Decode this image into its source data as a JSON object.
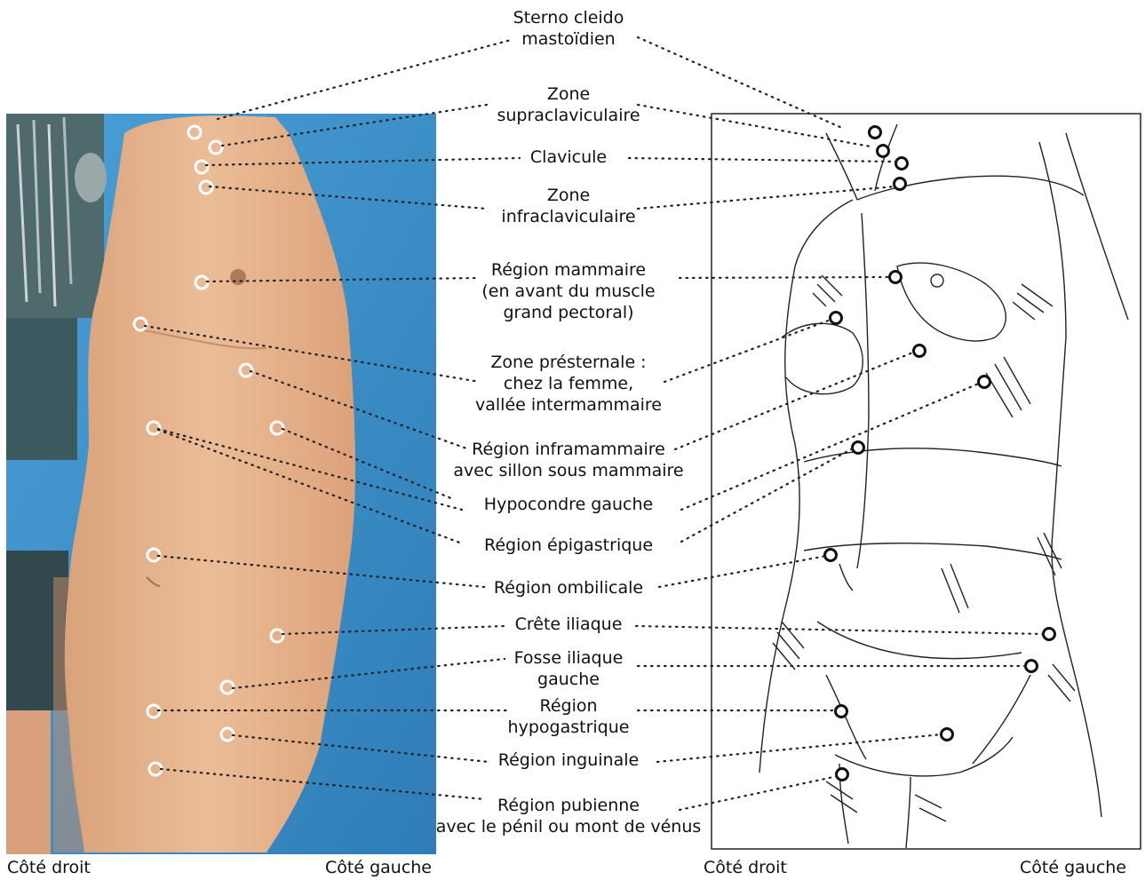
{
  "labels": {
    "sterno": [
      "Sterno cleido",
      "mastoïdien"
    ],
    "supraclav": [
      "Zone",
      "supraclaviculaire"
    ],
    "clavicule": [
      "Clavicule"
    ],
    "infraclav": [
      "Zone",
      "infraclaviculaire"
    ],
    "mammaire": [
      "Région mammaire",
      "(en avant du muscle",
      "grand pectoral)"
    ],
    "presternale": [
      "Zone présternale :",
      "chez la femme,",
      "vallée intermammaire"
    ],
    "inframammaire": [
      "Région inframammaire",
      "avec sillon sous mammaire"
    ],
    "hypocondre": [
      "Hypocondre gauche"
    ],
    "epigastrique": [
      "Région épigastrique"
    ],
    "ombilicale": [
      "Région ombilicale"
    ],
    "crete": [
      "Crête iliaque"
    ],
    "fosse": [
      "Fosse iliaque",
      "gauche"
    ],
    "hypogastrique": [
      "Région",
      "hypogastrique"
    ],
    "inguinale": [
      "Région inguinale"
    ],
    "pubienne": [
      "Région pubienne",
      "avec le pénil ou mont de vénus"
    ]
  },
  "sides": {
    "photo_right": "Côté droit",
    "photo_left": "Côté gauche",
    "drawing_right": "Côté droit",
    "drawing_left": "Côté gauche"
  },
  "colors": {
    "drape": "#3f8fc8",
    "skin": "#e6b48e",
    "marker_photo": "#ffffff",
    "marker_drawing": "#111111",
    "leader": "#222222"
  }
}
